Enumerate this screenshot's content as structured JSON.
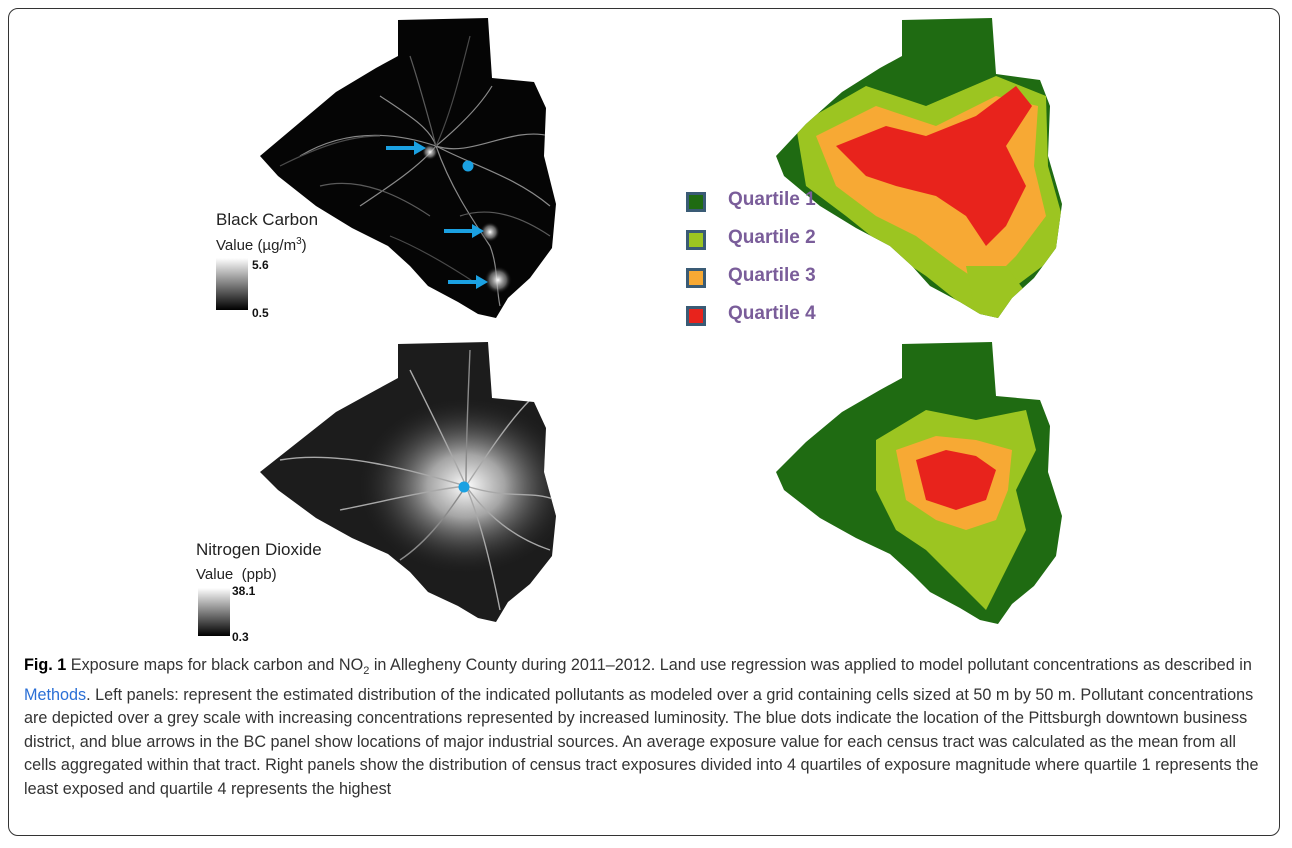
{
  "maps": {
    "black_carbon": {
      "title": "Black Carbon",
      "value_label": "Value",
      "unit_prefix": "(µg/m",
      "unit_sup": "3",
      "unit_suffix": ")",
      "max": "5.6",
      "min": "0.5"
    },
    "nitrogen_dioxide": {
      "title": "Nitrogen Dioxide",
      "value_label": "Value",
      "unit": "(ppb)",
      "max": "38.1",
      "min": "0.3"
    }
  },
  "quartile_legend": [
    {
      "label": "Quartile 1",
      "color": "#1f6b12"
    },
    {
      "label": "Quartile 2",
      "color": "#9cc521"
    },
    {
      "label": "Quartile 3",
      "color": "#f7a934"
    },
    {
      "label": "Quartile 4",
      "color": "#e8231c"
    }
  ],
  "colors": {
    "downtown_marker": "#1ba1e2",
    "industrial_arrow": "#1ba1e2",
    "caption_link": "#2a6fd6"
  },
  "caption": {
    "label": "Fig. 1",
    "text_1": " Exposure maps for black carbon and NO",
    "no2_sub": "2",
    "text_2": " in Allegheny County during 2011–2012. Land use regression was applied to model pollutant concentrations as described in ",
    "link": "Methods",
    "text_3": ". Left panels: represent the estimated distribution of the indicated pollutants as modeled over a grid containing cells sized at 50 m by 50 m. Pollutant concentrations are depicted over a grey scale with increasing concentrations represented by increased luminosity. The blue dots indicate the location of the Pittsburgh downtown business district, and blue arrows in the BC panel show locations of major industrial sources. An average exposure value for each census tract was calculated as the mean from all cells aggregated within that tract. Right panels show the distribution of census tract exposures divided into 4 quartiles of exposure magnitude where quartile 1 represents the least exposed and quartile 4 represents the highest"
  }
}
